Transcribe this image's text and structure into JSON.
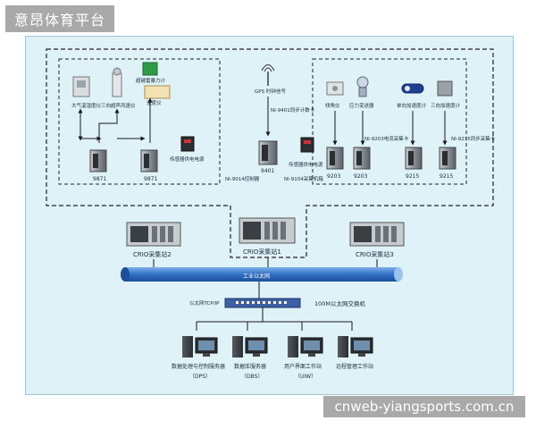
{
  "header": {
    "title": "意昂体育平台"
  },
  "watermark": {
    "text": "cnweb-yiangsports.com.cn"
  },
  "sensors_left": {
    "s1": "大气温湿度仪",
    "s2": "三向超声风速仪",
    "s3": "超越雷暴力计",
    "s4": "速度仪",
    "power": "传感器供电电源"
  },
  "modules_left": {
    "m1": "9871",
    "m2": "9871"
  },
  "gps": {
    "label": "GPS 时钟信号",
    "card": "NI-9401同步计数卡",
    "module": "9401",
    "controller": "NI-9014控制器"
  },
  "sensors_right": {
    "s1": "倾角仪",
    "s2": "应力变送器",
    "s3": "单向加速度计",
    "s4": "三向加速度计",
    "power": "传感器供电电源",
    "card_9104": "NI-9104采集机箱",
    "card_9203": "NI-9203电流采集卡",
    "card_9215": "NI-9215同步采集卡"
  },
  "modules_right": {
    "m1": "9203",
    "m2": "9203",
    "m3": "9215",
    "m4": "9215"
  },
  "stations": {
    "left": "CRIO采集站2",
    "center": "CRIO采集站1",
    "right": "CRIO采集站3"
  },
  "network": {
    "bus": "工业以太网",
    "switch": "100M以太网交换机",
    "protocol": "以太网TCP/IP"
  },
  "servers": [
    {
      "name": "数据处理与控制服务器",
      "abbr": "（DPS）"
    },
    {
      "name": "数据库服务器",
      "abbr": "（DBS）"
    },
    {
      "name": "用户界面工作站",
      "abbr": "（UIW）"
    },
    {
      "name": "远程管理工作站",
      "abbr": ""
    }
  ]
}
